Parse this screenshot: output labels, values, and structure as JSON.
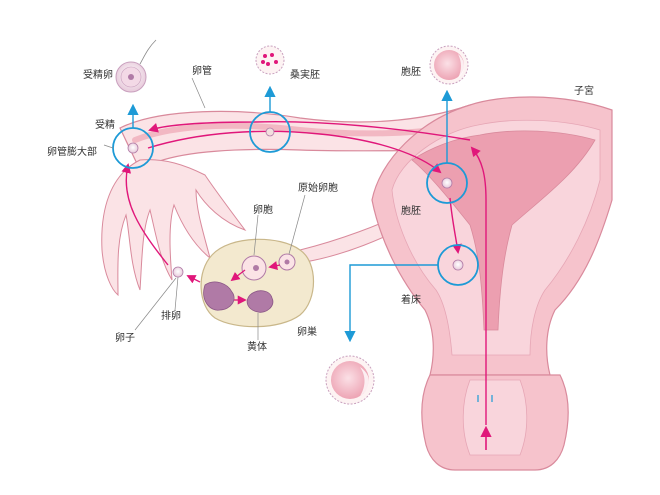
{
  "labels": {
    "fertilized_egg": "受精卵",
    "oviduct": "卵管",
    "morula": "桑実胚",
    "blastocyst_top": "胞胚",
    "uterus": "子宮",
    "fertilization": "受精",
    "ampulla": "卵管膨大部",
    "primordial_follicle": "原始卵胞",
    "follicle": "卵胞",
    "blastocyst_mid": "胞胚",
    "implantation": "着床",
    "ovulation": "排卵",
    "ovum": "卵子",
    "ovary": "卵巣",
    "corpus_luteum": "黄体"
  },
  "colors": {
    "tissue_light": "#fbe3e6",
    "tissue_mid": "#f6c3cc",
    "tissue_dark": "#ec9fb0",
    "outline": "#d98a9c",
    "path_magenta": "#e0177a",
    "callout_blue": "#1d9ad6",
    "ovary_fill": "#f3e9cf",
    "corpus_purple": "#b07aa6"
  }
}
